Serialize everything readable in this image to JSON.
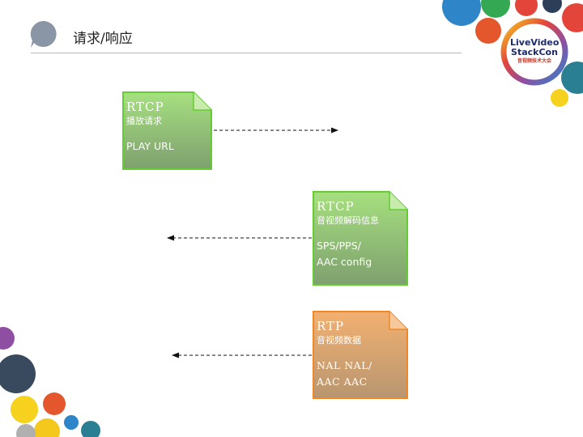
{
  "header": {
    "title": "请求/响应"
  },
  "logo": {
    "line1": "LiveVideo",
    "line2": "StackCon",
    "line3": "音视频技术大会"
  },
  "diagram": {
    "nodes": [
      {
        "id": "request",
        "title": "RTCP",
        "subtitle": "播放请求",
        "body": "PLAY URL",
        "color": "#8fce6e"
      },
      {
        "id": "decode-info",
        "title": "RTCP",
        "subtitle": "音视频解码信息",
        "body": "SPS/PPS/\nAAC config",
        "color": "#8fce6e"
      },
      {
        "id": "data",
        "title": "RTP",
        "subtitle": "音视频数据",
        "body": "NAL NAL/\nAAC AAC",
        "color": "#e8a25e"
      }
    ],
    "arrows": [
      {
        "from": "request",
        "direction": "right"
      },
      {
        "from": "decode-info",
        "direction": "left"
      },
      {
        "from": "data",
        "direction": "left"
      }
    ]
  },
  "colors": {
    "green_fill": "#8fce6e",
    "green_border": "#66cc33",
    "orange_fill": "#e8a25e",
    "orange_border": "#f0882a"
  }
}
